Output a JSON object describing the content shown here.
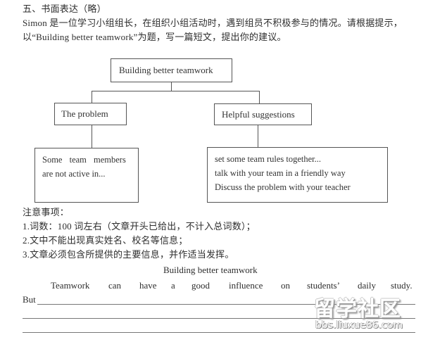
{
  "header": {
    "section_title": "五、书面表达（略）",
    "prompt_line1": "Simon 是一位学习小组组长，在组织小组活动时，遇到组员不积极参与的情况。请根据提示，",
    "prompt_line2": "以“Building better teamwork”为题，写一篇短文，提出你的建议。"
  },
  "diagram": {
    "root": {
      "label": "Building better teamwork"
    },
    "left_branch": {
      "label": "The problem",
      "details": [
        "Some team members",
        "are not active in..."
      ]
    },
    "right_branch": {
      "label": "Helpful suggestions",
      "details": [
        "set some team rules together...",
        "talk with your team in a friendly way",
        "Discuss the problem with your teacher"
      ]
    }
  },
  "notes": {
    "heading": "注意事项：",
    "items": [
      "1.词数：100 词左右（文章开头已给出，不计入总词数）；",
      "2.文中不能出现真实姓名、校名等信息；",
      "3.文章必须包含所提供的主要信息，并作适当发挥。"
    ]
  },
  "essay": {
    "title": "Building better teamwork",
    "opening_words": [
      "Teamwork",
      "can",
      "have",
      "a",
      "good",
      "influence",
      "on",
      "students’",
      "daily",
      "study."
    ],
    "continuation_start": "But"
  },
  "watermark": {
    "brand": "留学社区",
    "url": "bbs.liuxue86.com"
  }
}
